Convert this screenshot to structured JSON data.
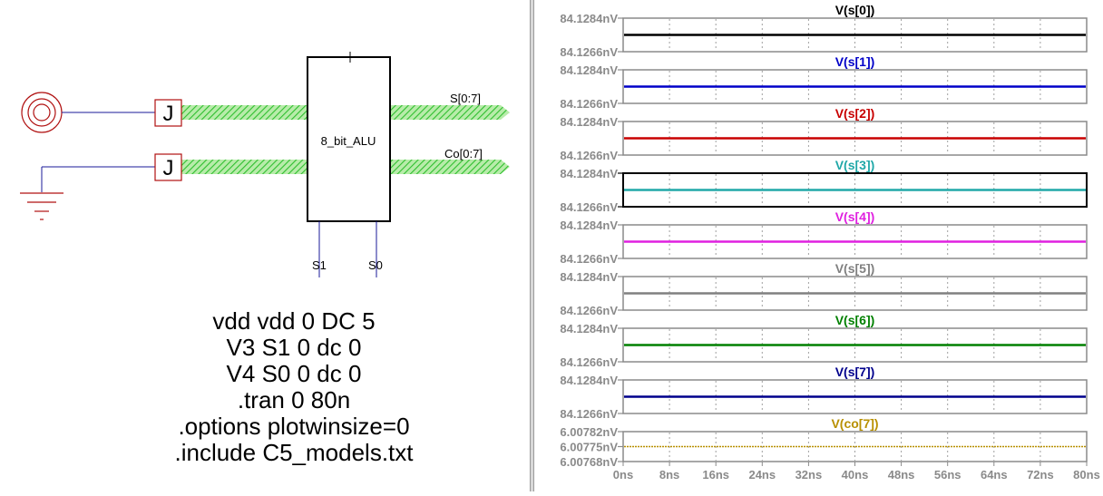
{
  "schematic": {
    "block_label": "8_bit_ALU",
    "outputs": [
      "S[0:7]",
      "Co[0:7]"
    ],
    "pins": [
      "S1",
      "S0"
    ],
    "jumper_glyph": "J",
    "netlist": [
      "vdd vdd 0 DC 5",
      "V3 S1 0 dc 0",
      "V4 S0 0 dc 0",
      ".tran 0 80n",
      ".options plotwinsize=0",
      ".include C5_models.txt"
    ],
    "icons": [
      "vdd-source-icon",
      "ground-icon",
      "jumper-icon"
    ]
  },
  "waveforms": {
    "plots": [
      {
        "title": "V(s[0])",
        "color": "#000000",
        "ticks": [
          "84.1284nV",
          "84.1266nV"
        ],
        "selected": false
      },
      {
        "title": "V(s[1])",
        "color": "#0000c8",
        "ticks": [
          "84.1284nV",
          "84.1266nV"
        ],
        "selected": false
      },
      {
        "title": "V(s[2])",
        "color": "#c80000",
        "ticks": [
          "84.1284nV",
          "84.1266nV"
        ],
        "selected": false
      },
      {
        "title": "V(s[3])",
        "color": "#20a8a8",
        "ticks": [
          "84.1284nV",
          "84.1266nV"
        ],
        "selected": true
      },
      {
        "title": "V(s[4])",
        "color": "#e020e0",
        "ticks": [
          "84.1284nV",
          "84.1266nV"
        ],
        "selected": false
      },
      {
        "title": "V(s[5])",
        "color": "#808080",
        "ticks": [
          "84.1284nV",
          "84.1266nV"
        ],
        "selected": false
      },
      {
        "title": "V(s[6])",
        "color": "#008000",
        "ticks": [
          "84.1284nV",
          "84.1266nV"
        ],
        "selected": false
      },
      {
        "title": "V(s[7])",
        "color": "#00008c",
        "ticks": [
          "84.1284nV",
          "84.1266nV"
        ],
        "selected": false
      },
      {
        "title": "V(co[7])",
        "color": "#b89000",
        "ticks": [
          "6.00782nV",
          "6.00775nV",
          "6.00768nV"
        ],
        "selected": false
      }
    ],
    "x_ticks": [
      "0ns",
      "8ns",
      "16ns",
      "24ns",
      "32ns",
      "40ns",
      "48ns",
      "56ns",
      "64ns",
      "72ns",
      "80ns"
    ]
  }
}
